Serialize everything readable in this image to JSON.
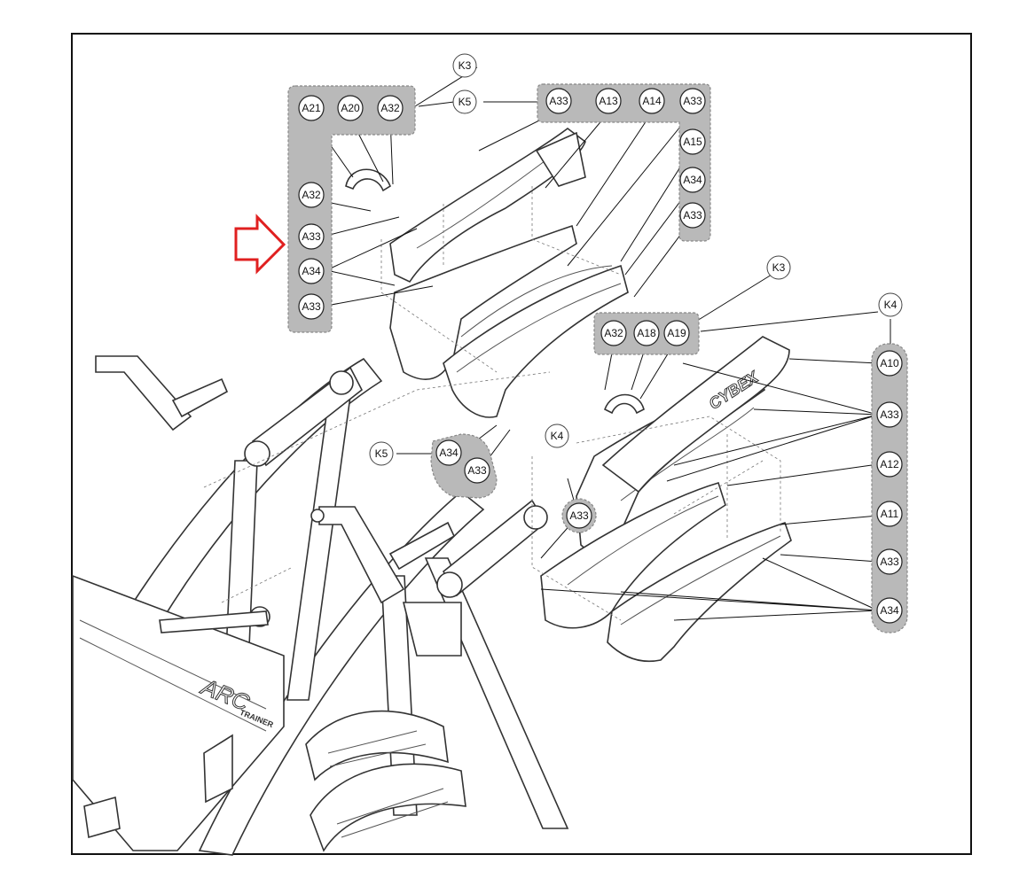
{
  "diagram": {
    "kit_labels": {
      "k3_top": "K3",
      "k5_top": "K5",
      "k3_mid": "K3",
      "k4_right": "K4",
      "k5_bottom": "K5",
      "k4_center": "K4"
    },
    "groups": {
      "left_column": [
        "A21",
        "A20",
        "A32",
        "A32",
        "A33",
        "A34",
        "A33"
      ],
      "top_row": [
        "A33",
        "A13",
        "A14",
        "A33"
      ],
      "top_right_column": [
        "A15",
        "A34",
        "A33"
      ],
      "middle_row": [
        "A32",
        "A18",
        "A19"
      ],
      "right_column": [
        "A10",
        "A33",
        "A12",
        "A11",
        "A33",
        "A34"
      ],
      "bottom_pair": [
        "A34",
        "A33"
      ],
      "center_single": [
        "A33"
      ]
    },
    "brand_text": "CYBEX",
    "product_text_main": "ARC",
    "product_text_sub": "TRAINER",
    "colors": {
      "group_fill": "#b9b9b9",
      "arrow": "#e02020",
      "line": "#111111"
    },
    "indicator": "red-outline-arrow"
  }
}
